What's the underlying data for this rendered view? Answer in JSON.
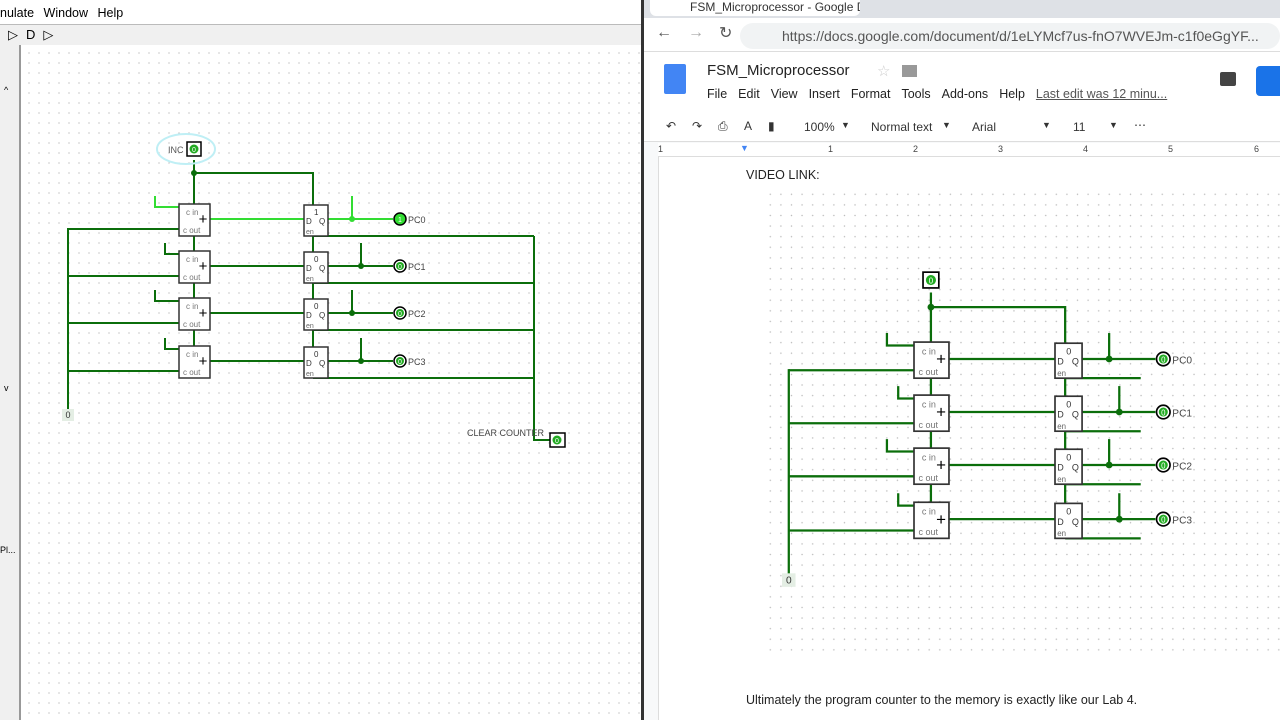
{
  "logisim": {
    "menu": [
      "nulate",
      "Window",
      "Help"
    ],
    "toolbar_icons": [
      "not-gate-icon",
      "and-gate-icon",
      "or-gate-icon"
    ],
    "sidebar_partial_text": "Pl...",
    "circuit": {
      "input_label": "INC",
      "input_value": "0",
      "outputs": [
        {
          "label": "PC0",
          "value": "1",
          "ff_value": "1"
        },
        {
          "label": "PC1",
          "value": "0",
          "ff_value": "0"
        },
        {
          "label": "PC2",
          "value": "0",
          "ff_value": "0"
        },
        {
          "label": "PC3",
          "value": "0",
          "ff_value": "0"
        }
      ],
      "adder_cin": "c in",
      "adder_cout": "c out",
      "adder_symbol": "+",
      "ff_d": "D",
      "ff_q": "Q",
      "ff_en": "en",
      "constant": "0",
      "clear_label": "CLEAR COUNTER",
      "clear_value": "0",
      "active_wire_color": "#33dd33",
      "wire_color": "#0b6e0b"
    }
  },
  "browser": {
    "tab_title": "FSM_Microprocessor - Google D",
    "url": "https://docs.google.com/document/d/1eLYMcf7us-fnO7WVEJm-c1f0eGgYF...",
    "doc": {
      "title": "FSM_Microprocessor",
      "menu": [
        "File",
        "Edit",
        "View",
        "Insert",
        "Format",
        "Tools",
        "Add-ons",
        "Help"
      ],
      "last_edit": "Last edit was 12 minu...",
      "zoom": "100%",
      "style": "Normal text",
      "font": "Arial",
      "size": "11",
      "ruler": [
        "1",
        "1",
        "2",
        "3",
        "4",
        "5",
        "6"
      ],
      "video_link": "VIDEO LINK:",
      "body_text": "Ultimately the program counter to the memory is exactly like our Lab 4.",
      "image_circuit": {
        "input_value": "0",
        "outputs": [
          {
            "label": "PC0",
            "value": "0",
            "ff_value": "0"
          },
          {
            "label": "PC1",
            "value": "0",
            "ff_value": "0"
          },
          {
            "label": "PC2",
            "value": "0",
            "ff_value": "0"
          },
          {
            "label": "PC3",
            "value": "0",
            "ff_value": "0"
          }
        ],
        "constant": "0"
      }
    }
  }
}
